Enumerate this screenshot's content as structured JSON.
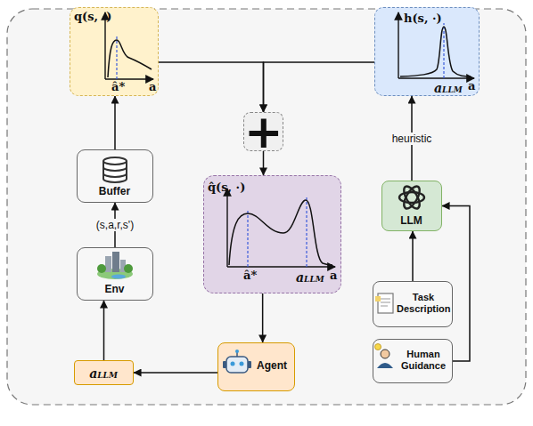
{
  "diagram": {
    "nodes": [
      {
        "text": [
          "q(s, ·)",
          "â*",
          "a"
        ]
      },
      {
        "text": [
          "h(s, ·)",
          "aLLM",
          "a"
        ]
      },
      {
        "text": [
          "+"
        ]
      },
      {
        "text": [
          "Buffer"
        ]
      },
      {
        "text": [
          "q̂(s, ·)",
          "â*",
          "aLLM",
          "a"
        ]
      },
      {
        "text": [
          "LLM"
        ]
      },
      {
        "text": [
          "Env"
        ]
      },
      {
        "text": [
          "Task Description"
        ]
      },
      {
        "text": [
          "Agent"
        ]
      },
      {
        "text": [
          "Human Guidance"
        ]
      },
      {
        "text": [
          "aLLM"
        ]
      }
    ],
    "edges": [
      {
        "from": 0,
        "to": 2,
        "arrow": "to"
      },
      {
        "from": 1,
        "to": 2,
        "arrow": "to"
      },
      {
        "from": 2,
        "to": 4,
        "arrow": "to"
      },
      {
        "from": 4,
        "to": 8,
        "arrow": "to"
      },
      {
        "from": 8,
        "to": 10,
        "arrow": "to"
      },
      {
        "from": 10,
        "to": 6,
        "arrow": "to"
      },
      {
        "from": 6,
        "to": 3,
        "label": "(s,a,r,s')",
        "arrow": "to"
      },
      {
        "from": 3,
        "to": 0,
        "arrow": "to"
      },
      {
        "from": 5,
        "to": 1,
        "label": "heuristic",
        "arrow": "to"
      },
      {
        "from": 7,
        "to": 5,
        "arrow": "to"
      },
      {
        "from": 9,
        "to": 5,
        "arrow": "to"
      }
    ]
  }
}
